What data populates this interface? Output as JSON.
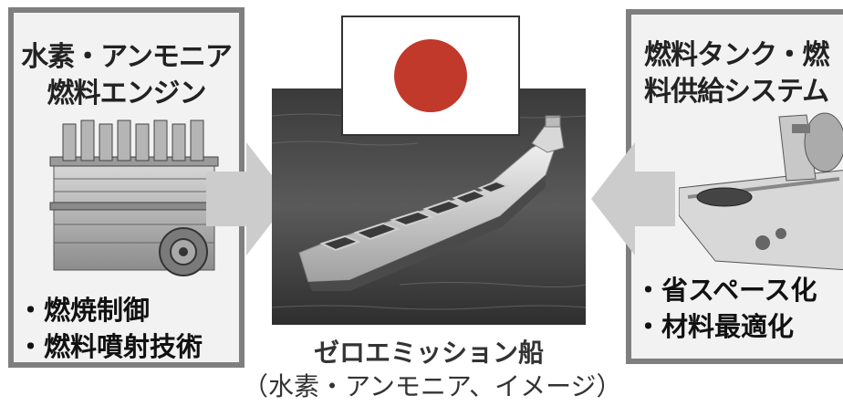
{
  "left_panel": {
    "title_line1": "水素・アンモニア",
    "title_line2": "燃料エンジン",
    "bullet1": "・燃焼制御",
    "bullet2": "・燃料噴射技術"
  },
  "right_panel": {
    "title_line1": "燃料タンク・燃",
    "title_line2": "料供給システム",
    "bullet1": "・省スペース化",
    "bullet2": "・材料最適化"
  },
  "center": {
    "caption_line1": "ゼロエミッション船",
    "caption_line2": "（水素・アンモニア、イメージ）"
  },
  "colors": {
    "panel_border": "#7f7f7f",
    "panel_bg": "#f2f2f2",
    "arrow": "#cccccc",
    "flag_disc": "#c0392b"
  },
  "icons": [
    "engine-illustration",
    "japan-flag",
    "ship-illustration",
    "tank-illustration",
    "right-arrow",
    "left-arrow"
  ]
}
